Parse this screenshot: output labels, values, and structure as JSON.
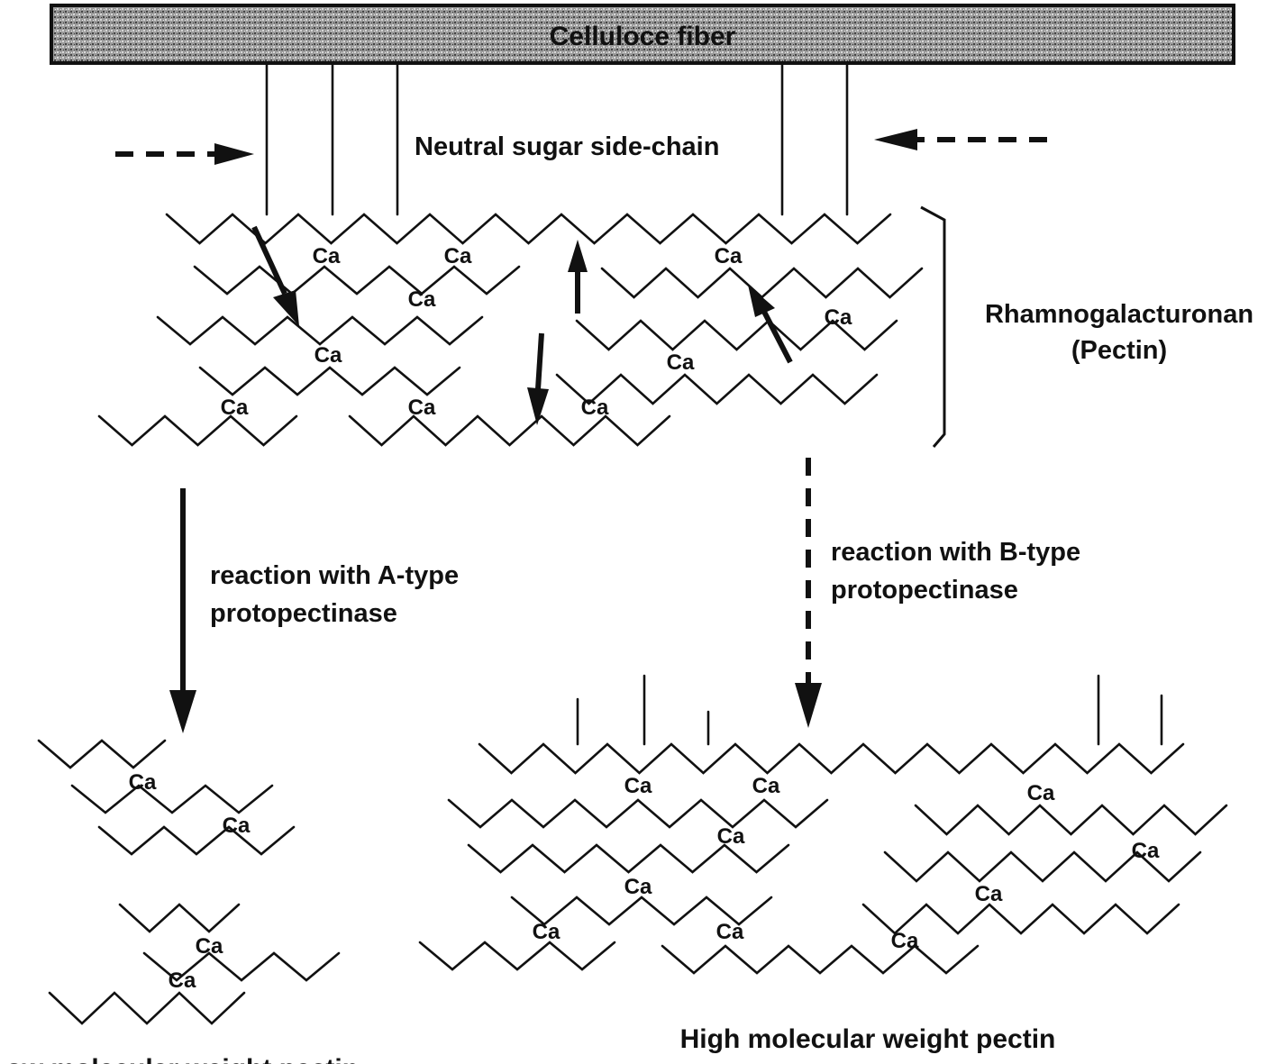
{
  "fiber_label": "Celluloce fiber",
  "side_chain_label": "Neutral sugar side-chain",
  "pectin_label_line1": "Rhamnogalacturonan",
  "pectin_label_line2": "(Pectin)",
  "reaction_a_line1": "reaction with A-type",
  "reaction_a_line2": "protopectinase",
  "reaction_b_line1": "reaction with B-type",
  "reaction_b_line2": "protopectinase",
  "low_mw_label": "Low molecular weight pectin",
  "high_mw_label": "High molecular weight pectin",
  "calcium_label": "Ca"
}
